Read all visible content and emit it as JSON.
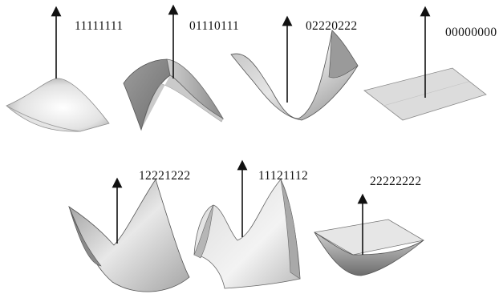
{
  "surfaces": [
    {
      "id": "s1",
      "code": "11111111",
      "shape": "dome"
    },
    {
      "id": "s2",
      "code": "01110111",
      "shape": "ridge"
    },
    {
      "id": "s3",
      "code": "02220222",
      "shape": "valley"
    },
    {
      "id": "s4",
      "code": "00000000",
      "shape": "plane"
    },
    {
      "id": "s5",
      "code": "12221222",
      "shape": "saddle"
    },
    {
      "id": "s6",
      "code": "11121112",
      "shape": "monkey-saddle"
    },
    {
      "id": "s7",
      "code": "22222222",
      "shape": "bowl"
    }
  ]
}
